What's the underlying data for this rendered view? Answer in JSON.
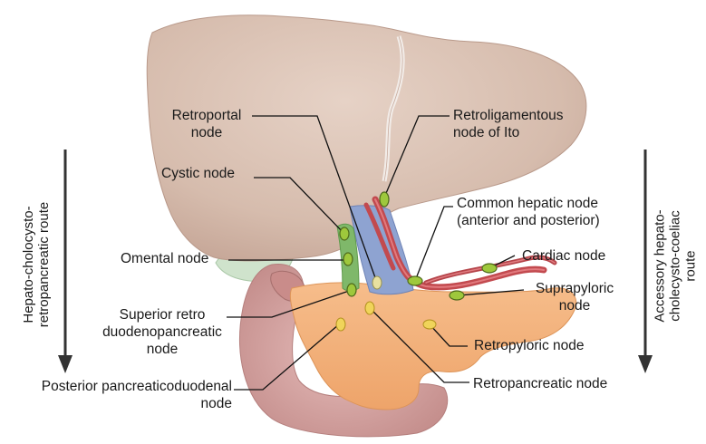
{
  "labels": {
    "retroportal": "Retroportal\nnode",
    "retroligamentous": "Retroligamentous\nnode of Ito",
    "cystic": "Cystic node",
    "common_hepatic": "Common hepatic node\n(anterior and posterior)",
    "omental": "Omental node",
    "cardiac": "Cardiac node",
    "suprapyloric": "Suprapyloric\nnode",
    "superior_retro": "Superior retro\nduodenopancreatic\nnode",
    "retropyloric": "Retropyloric node",
    "posterior_pd": "Posterior pancreaticoduodenal\nnode",
    "retropancreatic": "Retropancreatic node"
  },
  "routes": {
    "left": "Hepato-cholocysto-\nretropancreatic route",
    "right": "Accessory hepato-\ncholecysto-coeliac\nroute"
  },
  "colors": {
    "liver": "#d8bfb0",
    "pancreas": "#f3b07a",
    "duodenum": "#d9a9a6",
    "gallbladder": "#cfe3cc",
    "portal_vein": "#8ea3d1",
    "artery": "#c24a4f",
    "node_green": "#9ec83c",
    "node_yellow": "#f0d45a"
  }
}
